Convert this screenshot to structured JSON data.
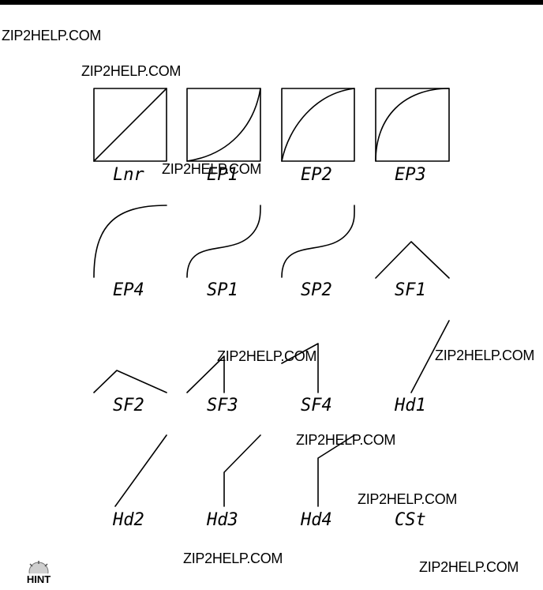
{
  "watermark": "ZIP2HELP.COM",
  "curves": [
    {
      "code": "Lnr"
    },
    {
      "code": "EP1"
    },
    {
      "code": "EP2"
    },
    {
      "code": "EP3"
    },
    {
      "code": "EP4"
    },
    {
      "code": "SP1"
    },
    {
      "code": "SP2"
    },
    {
      "code": "SF1"
    },
    {
      "code": "SF2"
    },
    {
      "code": "SF3"
    },
    {
      "code": "SF4"
    },
    {
      "code": "Hd1"
    },
    {
      "code": "Hd2"
    },
    {
      "code": "Hd3"
    },
    {
      "code": "Hd4"
    },
    {
      "code": "CSt"
    }
  ],
  "hint": {
    "label": "HINT",
    "icon": "hint-icon"
  },
  "colors": {
    "ink": "#000000",
    "background": "#ffffff"
  }
}
